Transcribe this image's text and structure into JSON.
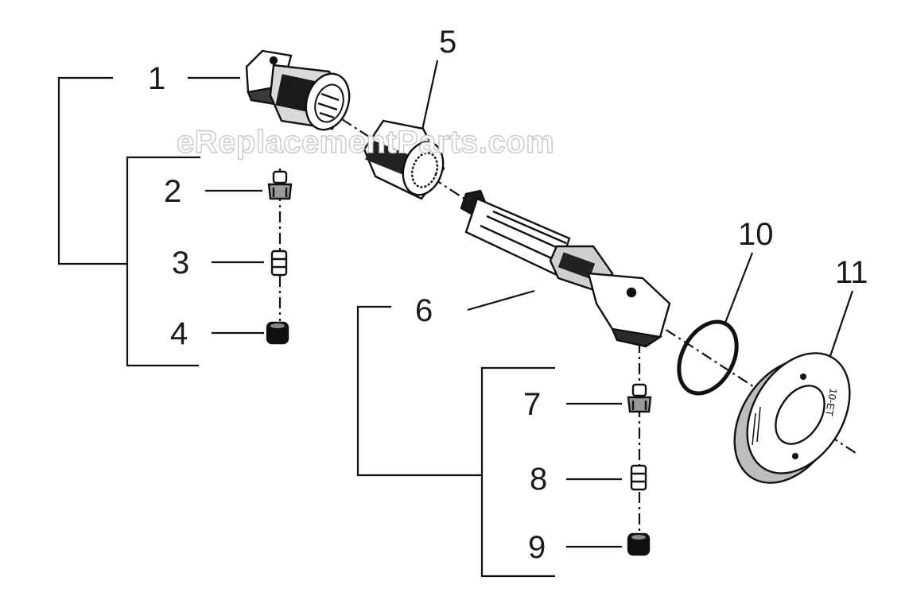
{
  "watermark": "eReplacementParts.com",
  "callouts": {
    "c1": "1",
    "c2": "2",
    "c3": "3",
    "c4": "4",
    "c5": "5",
    "c6": "6",
    "c7": "7",
    "c8": "8",
    "c9": "9",
    "c10": "10",
    "c11": "11"
  },
  "parts": [
    {
      "number": "1",
      "icon": "square-drive-socket-adapter-icon"
    },
    {
      "number": "2",
      "icon": "grease-fitting-icon"
    },
    {
      "number": "3",
      "icon": "check-valve-icon"
    },
    {
      "number": "4",
      "icon": "set-screw-icon"
    },
    {
      "number": "5",
      "icon": "splined-coupling-sleeve-icon"
    },
    {
      "number": "6",
      "icon": "drive-shaft-icon"
    },
    {
      "number": "7",
      "icon": "grease-fitting-icon"
    },
    {
      "number": "8",
      "icon": "check-valve-icon"
    },
    {
      "number": "9",
      "icon": "set-screw-icon"
    },
    {
      "number": "10",
      "icon": "o-ring-icon"
    },
    {
      "number": "11",
      "icon": "threaded-retaining-ring-icon"
    }
  ],
  "ring_marking": "10-ET"
}
